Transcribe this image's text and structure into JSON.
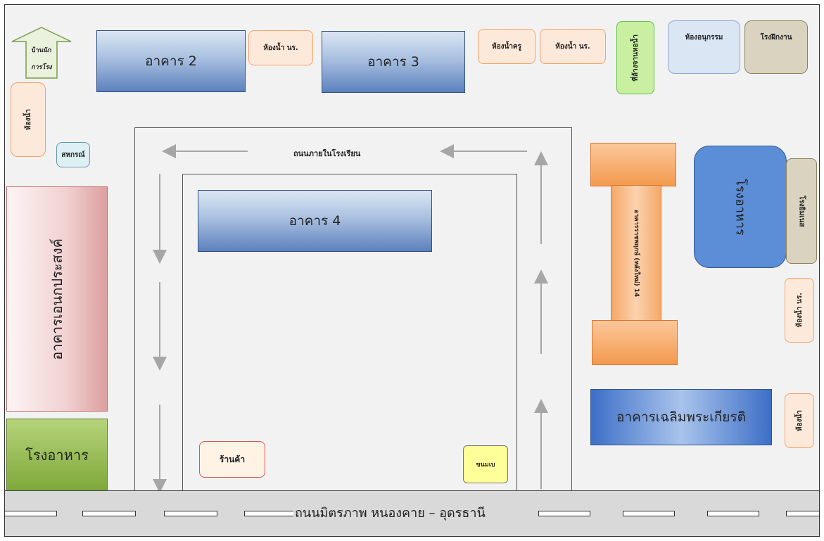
{
  "buildings": {
    "building2": "อาคาร 2",
    "building3": "อาคาร 3",
    "building4": "อาคาร 4",
    "multipurpose": "อาคารเอนกประสงค์",
    "canteen_left": "โรงอาหาร",
    "canteen_right": "โรงอาหาร",
    "chaloem": "อาคารเฉลิมพระเกียรติ",
    "orange_building": "อาคารราชพฤกษ์ (หลังใหม่) 14"
  },
  "small": {
    "caretaker_home_1": "บ้านนัก",
    "caretaker_home_2": "การโรง",
    "restroom_left": "ห้องน้ำ",
    "coop": "สหกรณ์",
    "restroom_students_top": "ห้องน้ำ นร.",
    "restroom_teachers": "ห้องน้ำครู",
    "restroom_students_top2": "ห้องน้ำ นร.",
    "water_tower": "ที่ล้างจานหอน้ำ",
    "activity_room": "ห้องอนุกรรม",
    "workshop": "โรงฝึกงาน",
    "gym": "โรงยิมเนส",
    "restroom_students_right": "ห้องน้ำ นร.",
    "restroom_right_bottom": "ห้องน้ำ",
    "shop": "ร้านค้า",
    "snack": "ขนมเบ"
  },
  "roads": {
    "inner": "ถนนภายในโรงเรียน",
    "main": "ถนนมิตรภาพ  หนองคาย – อุดรธานี"
  },
  "colors": {
    "background": "#f2f2f2",
    "blue_building": "#5d81bd",
    "orange": "#f4a16b",
    "green": "#7ea83a",
    "pink": "#e6a9a9",
    "road": "#d9d9d9"
  }
}
